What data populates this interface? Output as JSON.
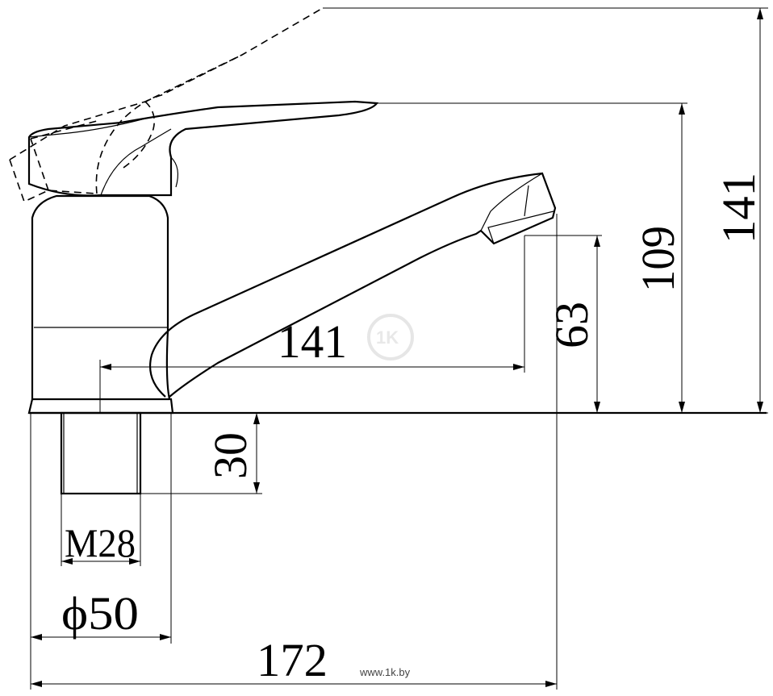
{
  "dimensions": {
    "total_height": "141",
    "handle_height": "109",
    "spout_height": "63",
    "spout_reach": "141",
    "thread_length": "30",
    "thread_size": "M28",
    "base_diameter": "ϕ50",
    "total_length": "172"
  },
  "watermark": {
    "url": "www.1k.by",
    "logo": "1K"
  }
}
